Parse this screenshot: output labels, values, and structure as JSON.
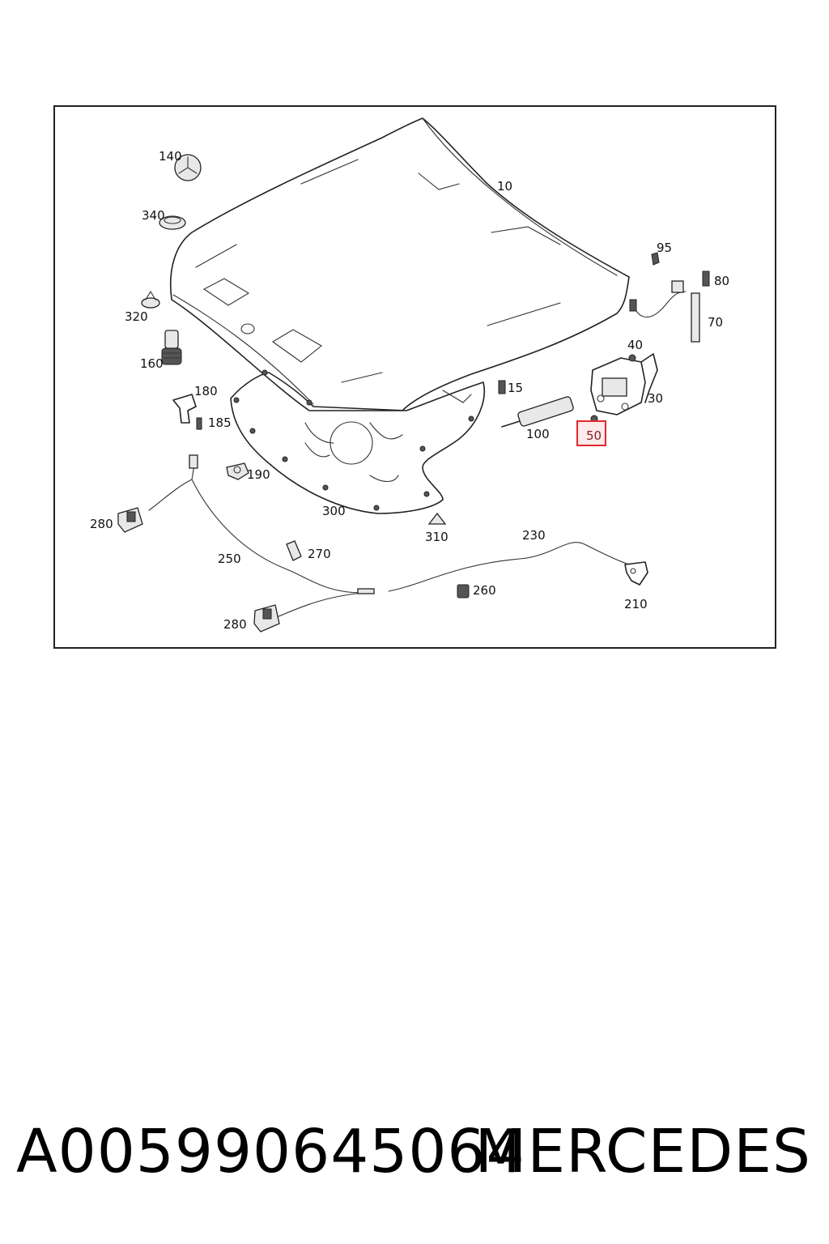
{
  "diagram": {
    "callouts": [
      {
        "id": "10",
        "label": "10"
      },
      {
        "id": "15",
        "label": "15"
      },
      {
        "id": "30",
        "label": "30"
      },
      {
        "id": "40",
        "label": "40"
      },
      {
        "id": "50",
        "label": "50",
        "highlighted": true
      },
      {
        "id": "70",
        "label": "70"
      },
      {
        "id": "80",
        "label": "80"
      },
      {
        "id": "95",
        "label": "95"
      },
      {
        "id": "100",
        "label": "100"
      },
      {
        "id": "140",
        "label": "140"
      },
      {
        "id": "160",
        "label": "160"
      },
      {
        "id": "180",
        "label": "180"
      },
      {
        "id": "185",
        "label": "185"
      },
      {
        "id": "190",
        "label": "190"
      },
      {
        "id": "210",
        "label": "210"
      },
      {
        "id": "230",
        "label": "230"
      },
      {
        "id": "250",
        "label": "250"
      },
      {
        "id": "260",
        "label": "260"
      },
      {
        "id": "270",
        "label": "270"
      },
      {
        "id": "280a",
        "label": "280"
      },
      {
        "id": "280b",
        "label": "280"
      },
      {
        "id": "300",
        "label": "300"
      },
      {
        "id": "310",
        "label": "310"
      },
      {
        "id": "320",
        "label": "320"
      },
      {
        "id": "340",
        "label": "340"
      }
    ],
    "highlight_color": "#e0282e"
  },
  "footer": {
    "part_number": "A005990645064",
    "brand": "MERCEDES"
  }
}
